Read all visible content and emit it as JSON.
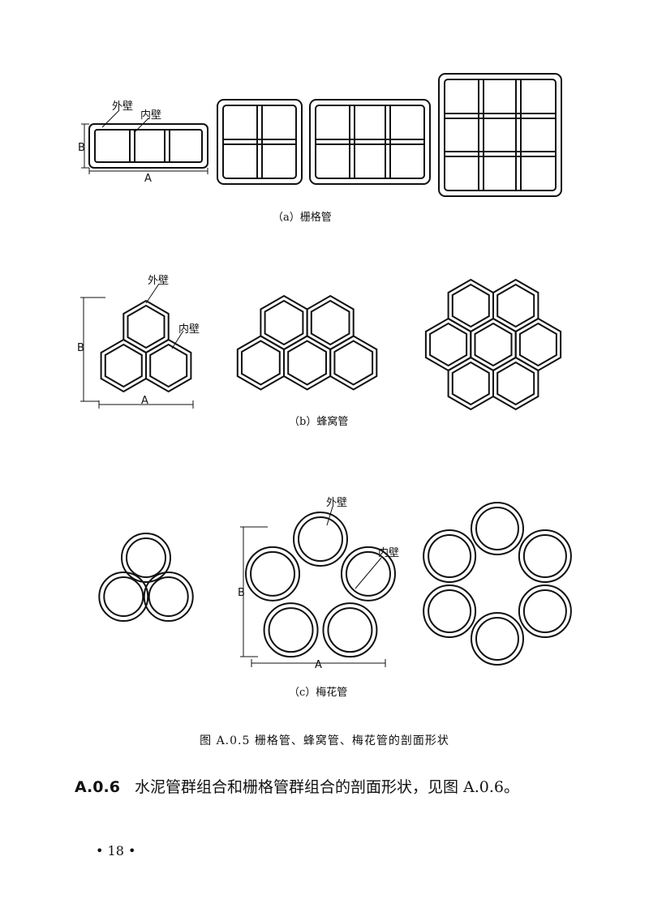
{
  "labels": {
    "outer_wall": "外壁",
    "inner_wall": "内壁",
    "dim_a": "A",
    "dim_b": "B"
  },
  "captions": {
    "a": "（a）栅格管",
    "b": "（b）蜂窝管",
    "c": "（c）梅花管"
  },
  "figure_title": "图 A.0.5   栅格管、蜂窝管、梅花管的剖面形状",
  "section": {
    "number": "A.0.6",
    "text": "水泥管群组合和栅格管群组合的剖面形状，见图 A.0.6。"
  },
  "page_number": "• 18 •"
}
